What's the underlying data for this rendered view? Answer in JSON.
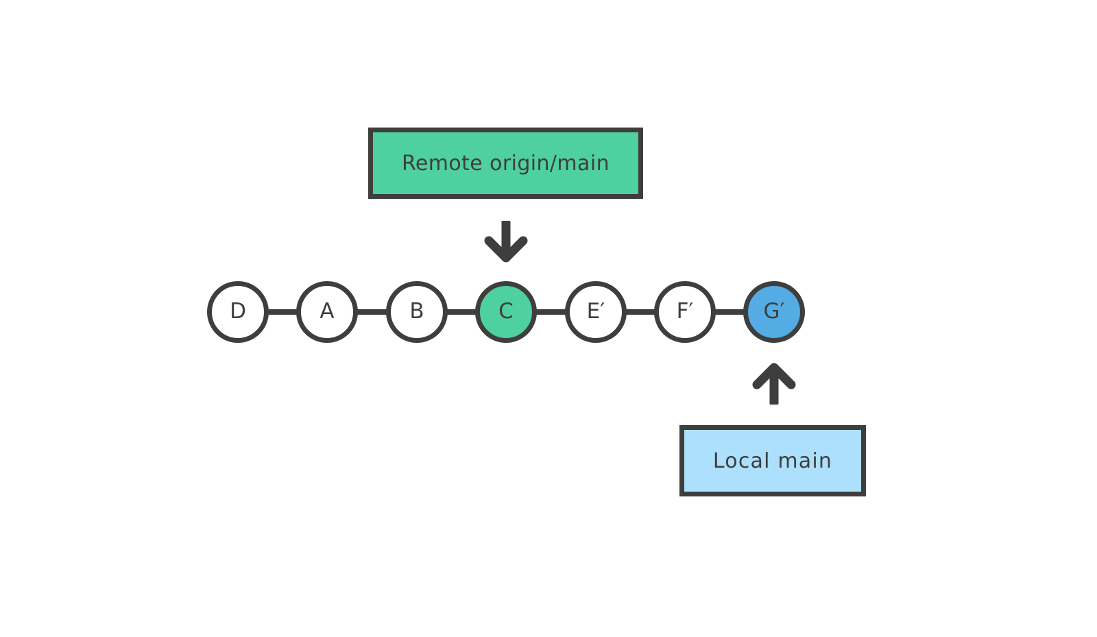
{
  "diagram": {
    "title_implied": "Git rebase commit graph",
    "background_color": "#ffffff",
    "line_color": "#3e3e3e",
    "text_color": "#3e3e3e"
  },
  "remote_label": {
    "text": "Remote origin/main",
    "fill_color": "#4ed0a0",
    "border_color": "#3e3e3e"
  },
  "local_label": {
    "text": "Local main",
    "fill_color": "#ace0fc",
    "border_color": "#3e3e3e"
  },
  "arrows": {
    "remote_pointer": {
      "name": "arrow-down-icon",
      "direction": "down",
      "points_to": "C",
      "color": "#3e3e3e"
    },
    "local_pointer": {
      "name": "arrow-up-icon",
      "direction": "up",
      "points_to": "G′",
      "color": "#3e3e3e"
    }
  },
  "commits": [
    {
      "label": "D",
      "fill": "#ffffff",
      "highlight": "none"
    },
    {
      "label": "A",
      "fill": "#ffffff",
      "highlight": "none"
    },
    {
      "label": "B",
      "fill": "#ffffff",
      "highlight": "none"
    },
    {
      "label": "C",
      "fill": "#4ed0a0",
      "highlight": "remote"
    },
    {
      "label": "E′",
      "fill": "#ffffff",
      "highlight": "none"
    },
    {
      "label": "F′",
      "fill": "#ffffff",
      "highlight": "none"
    },
    {
      "label": "G′",
      "fill": "#55ace4",
      "highlight": "local"
    }
  ]
}
